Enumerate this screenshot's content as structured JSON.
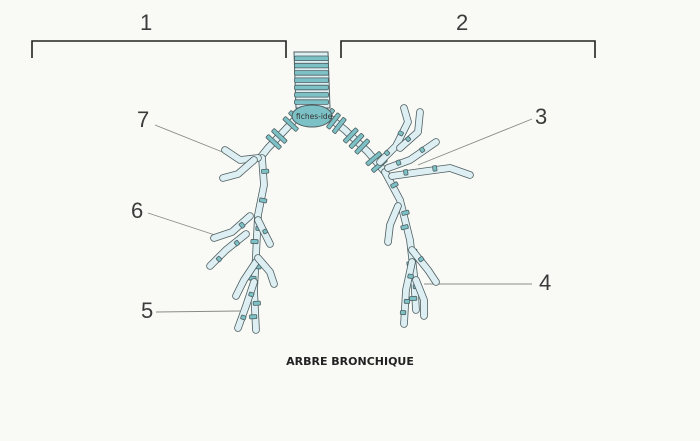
{
  "diagram": {
    "caption": "ARBRE BRONCHIQUE",
    "watermark": "fiches-ide",
    "labels": [
      "1",
      "2",
      "3",
      "4",
      "5",
      "6",
      "7"
    ]
  },
  "colors": {
    "background": "#f9f9f5",
    "airway_fill": "#ddeff2",
    "cartilage": "#7cc1c5",
    "outline": "#4e5e61",
    "ink": "#3b3b3b"
  }
}
